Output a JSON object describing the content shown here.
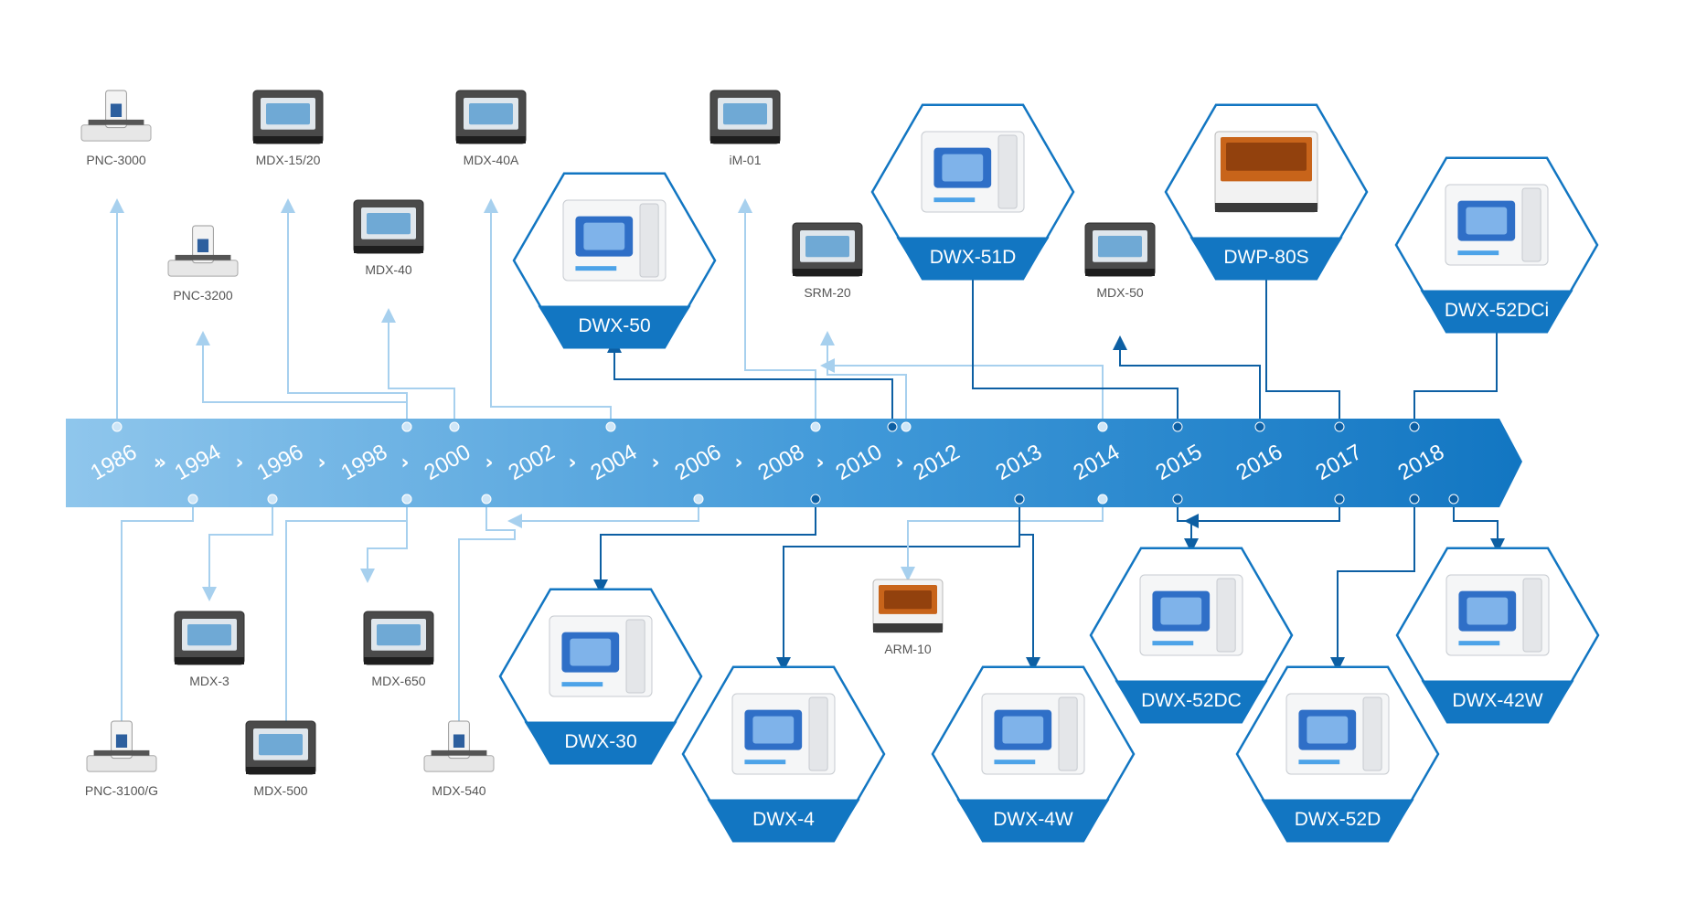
{
  "colors": {
    "accent": "#1276c2",
    "accent_dark": "#0d5fa3",
    "light_line": "#a7d0ee",
    "timeline_start": "#8fc6ec",
    "timeline_end": "#1276c2",
    "label_text": "#555555"
  },
  "timeline": {
    "years": [
      {
        "label": "1986"
      },
      {
        "label": "1994"
      },
      {
        "label": "1996"
      },
      {
        "label": "1998"
      },
      {
        "label": "2000"
      },
      {
        "label": "2002"
      },
      {
        "label": "2004"
      },
      {
        "label": "2006"
      },
      {
        "label": "2008"
      },
      {
        "label": "2010"
      },
      {
        "label": "2012"
      },
      {
        "label": "2013"
      },
      {
        "label": "2014"
      },
      {
        "label": "2015"
      },
      {
        "label": "2016"
      },
      {
        "label": "2017"
      },
      {
        "label": "2018"
      }
    ],
    "separators": [
      "»",
      "›",
      "›",
      "›",
      "›",
      "›",
      "›",
      "›",
      "›",
      "›"
    ]
  },
  "products": [
    {
      "id": "pnc-3000",
      "name": "PNC-3000",
      "style": "plain",
      "icon": "cnc-machine-icon",
      "highlight": false
    },
    {
      "id": "mdx-15-20",
      "name": "MDX-15/20",
      "style": "plain",
      "icon": "mill-icon",
      "highlight": false
    },
    {
      "id": "pnc-3200",
      "name": "PNC-3200",
      "style": "plain",
      "icon": "cnc-machine-icon",
      "highlight": false
    },
    {
      "id": "mdx-40",
      "name": "MDX-40",
      "style": "plain",
      "icon": "mill-icon",
      "highlight": false
    },
    {
      "id": "mdx-40a",
      "name": "MDX-40A",
      "style": "plain",
      "icon": "mill-icon",
      "highlight": false
    },
    {
      "id": "dwx-50",
      "name": "DWX-50",
      "style": "hex",
      "icon": "dental-mill-icon",
      "highlight": true
    },
    {
      "id": "im-01",
      "name": "iM-01",
      "style": "plain",
      "icon": "mill-icon",
      "highlight": false
    },
    {
      "id": "srm-20",
      "name": "SRM-20",
      "style": "plain",
      "icon": "mill-icon",
      "highlight": false
    },
    {
      "id": "dwx-51d",
      "name": "DWX-51D",
      "style": "hex",
      "icon": "dental-mill-icon",
      "highlight": true
    },
    {
      "id": "mdx-50",
      "name": "MDX-50",
      "style": "plain",
      "icon": "mill-icon",
      "highlight": false
    },
    {
      "id": "dwp-80s",
      "name": "DWP-80S",
      "style": "hex",
      "icon": "3d-printer-icon",
      "highlight": true
    },
    {
      "id": "dwx-52dci",
      "name": "DWX-52DCi",
      "style": "hex",
      "icon": "dental-mill-icon",
      "highlight": true
    },
    {
      "id": "pnc-3100g",
      "name": "PNC-3100/G",
      "style": "plain",
      "icon": "cnc-machine-icon",
      "highlight": false
    },
    {
      "id": "mdx-3",
      "name": "MDX-3",
      "style": "plain",
      "icon": "mill-icon",
      "highlight": false
    },
    {
      "id": "mdx-500",
      "name": "MDX-500",
      "style": "plain",
      "icon": "mill-icon",
      "highlight": false
    },
    {
      "id": "mdx-650",
      "name": "MDX-650",
      "style": "plain",
      "icon": "mill-icon",
      "highlight": false
    },
    {
      "id": "mdx-540",
      "name": "MDX-540",
      "style": "plain",
      "icon": "cnc-machine-icon",
      "highlight": false
    },
    {
      "id": "dwx-30",
      "name": "DWX-30",
      "style": "hex",
      "icon": "dental-mill-icon",
      "highlight": true
    },
    {
      "id": "dwx-4",
      "name": "DWX-4",
      "style": "hex",
      "icon": "dental-mill-icon",
      "highlight": true
    },
    {
      "id": "arm-10",
      "name": "ARM-10",
      "style": "plain",
      "icon": "3d-printer-icon",
      "highlight": false
    },
    {
      "id": "dwx-4w",
      "name": "DWX-4W",
      "style": "hex",
      "icon": "dental-mill-icon",
      "highlight": true
    },
    {
      "id": "dwx-52dc",
      "name": "DWX-52DC",
      "style": "hex",
      "icon": "dental-mill-icon",
      "highlight": true
    },
    {
      "id": "dwx-52d",
      "name": "DWX-52D",
      "style": "hex",
      "icon": "dental-mill-icon",
      "highlight": true
    },
    {
      "id": "dwx-42w",
      "name": "DWX-42W",
      "style": "hex",
      "icon": "dental-mill-icon",
      "highlight": true
    }
  ]
}
